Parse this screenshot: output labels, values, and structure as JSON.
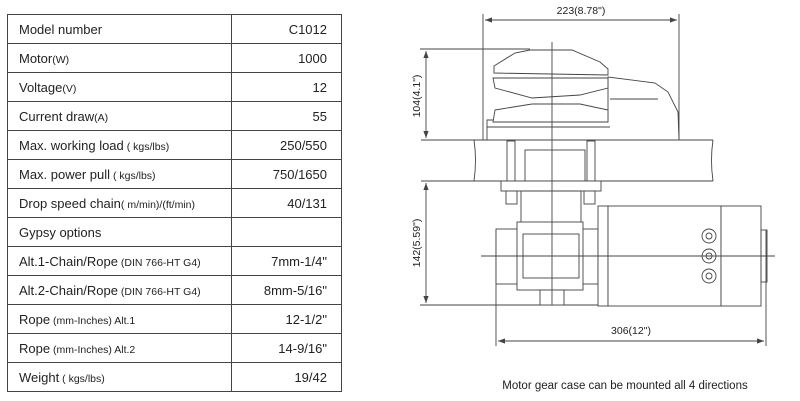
{
  "specs": [
    {
      "label": "Model number",
      "unit": "",
      "value": "C1012"
    },
    {
      "label": "Motor",
      "unit": "(W)",
      "value": "1000"
    },
    {
      "label": "Voltage",
      "unit": "(V)",
      "value": "12"
    },
    {
      "label": "Current draw",
      "unit": "(A)",
      "value": "55"
    },
    {
      "label": "Max. working load",
      "unit": " ( kgs/lbs)",
      "value": "250/550"
    },
    {
      "label": "Max. power pull",
      "unit": " ( kgs/lbs)",
      "value": "750/1650"
    },
    {
      "label": "Drop speed chain",
      "unit": "( m/min)/(ft/min)",
      "value": "40/131"
    },
    {
      "label": "Gypsy options",
      "unit": "",
      "value": ""
    },
    {
      "label": "Alt.1-Chain/Rope",
      "unit": " (DIN 766-HT G4)",
      "value": "7mm-1/4\""
    },
    {
      "label": "Alt.2-Chain/Rope",
      "unit": " (DIN 766-HT G4)",
      "value": "8mm-5/16\""
    },
    {
      "label": "Rope",
      "unit": " (mm-Inches)  Alt.1",
      "value": "12-1/2\""
    },
    {
      "label": "Rope",
      "unit": " (mm-Inches)  Alt.2",
      "value": "14-9/16\""
    },
    {
      "label": "Weight",
      "unit": " ( kgs/lbs)",
      "value": "19/42"
    }
  ],
  "drawing": {
    "dim_width_top": "223(8.78\")",
    "dim_height_top": "104(4.1\")",
    "dim_height_bottom": "142(5.59\")",
    "dim_width_bottom": "306(12\")",
    "caption": "Motor gear case can be mounted all 4 directions"
  }
}
